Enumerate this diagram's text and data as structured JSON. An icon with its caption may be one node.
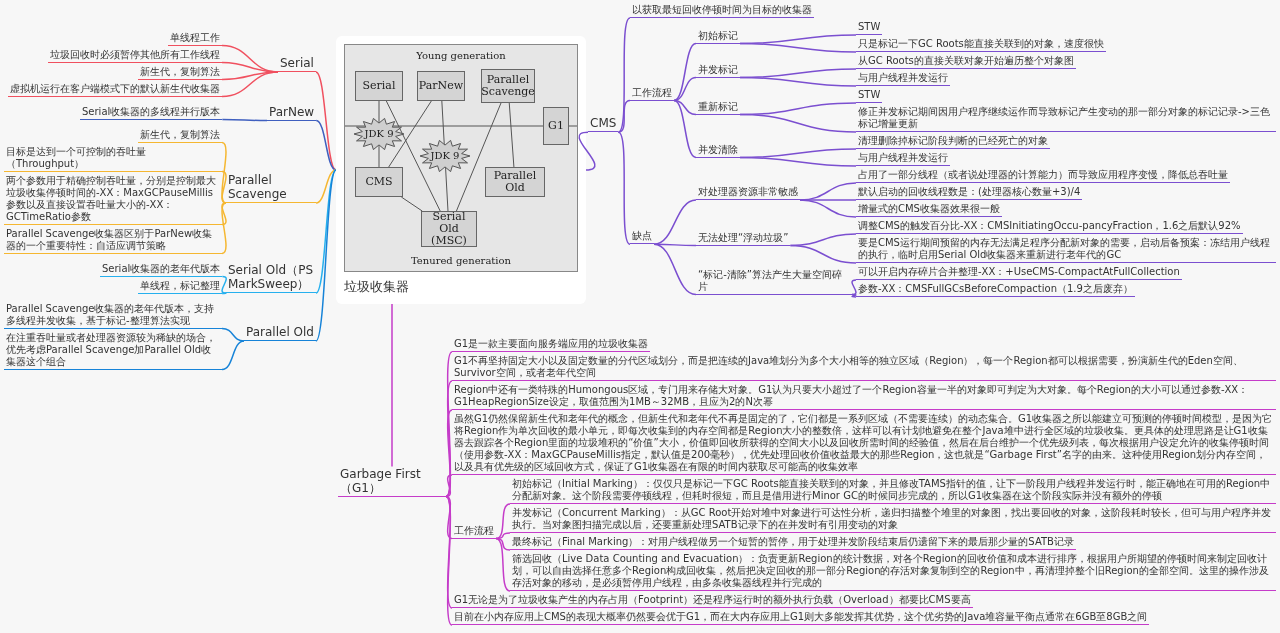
{
  "diagram": {
    "nodes": [
      {
        "text": [
          "垃圾收集器"
        ]
      },
      {
        "text": [
          "Young generation",
          "Tenured generation"
        ],
        "in": 0
      },
      {
        "text": [
          "Serial"
        ],
        "in": 1
      },
      {
        "text": [
          "ParNew"
        ],
        "in": 1
      },
      {
        "text": [
          "Parallel Scavenge"
        ],
        "in": 1
      },
      {
        "text": [
          "G1"
        ],
        "in": 1
      },
      {
        "text": [
          "CMS"
        ],
        "in": 1
      },
      {
        "text": [
          "Parallel Old"
        ],
        "in": 1
      },
      {
        "text": [
          "Serial Old (MSC)"
        ],
        "in": 1
      },
      {
        "text": [
          "Serial"
        ]
      },
      {
        "text": [
          "单线程工作"
        ]
      },
      {
        "text": [
          "垃圾回收时必须暂停其他所有工作线程"
        ]
      },
      {
        "text": [
          "新生代，复制算法"
        ]
      },
      {
        "text": [
          "虚拟机运行在客户端模式下的默认新生代收集器"
        ]
      },
      {
        "text": [
          "ParNew"
        ]
      },
      {
        "text": [
          "Serial收集器的多线程并行版本"
        ]
      },
      {
        "text": [
          "Parallel Scavenge"
        ]
      },
      {
        "text": [
          "新生代，复制算法"
        ]
      },
      {
        "text": [
          "目标是达到一个可控制的吞吐量（Throughput）"
        ]
      },
      {
        "text": [
          "两个参数用于精确控制吞吐量，分别是控制最大垃圾收集停顿时间的-XX：MaxGCPauseMillis参数以及直接设置吞吐量大小的-XX：GCTimeRatio参数"
        ]
      },
      {
        "text": [
          "Parallel Scavenge收集器区别于ParNew收集器的一个重要特性：自适应调节策略"
        ]
      },
      {
        "text": [
          "Serial Old（PS MarkSweep）"
        ]
      },
      {
        "text": [
          "Serial收集器的老年代版本"
        ]
      },
      {
        "text": [
          "单线程，标记整理"
        ]
      },
      {
        "text": [
          "Parallel Old"
        ]
      },
      {
        "text": [
          "Parallel Scavenge收集器的老年代版本，支持多线程并发收集，基于标记-整理算法实现"
        ]
      },
      {
        "text": [
          "在注重吞吐量或者处理器资源较为稀缺的场合，优先考虑Parallel Scavenge加Parallel Old收集器这个组合"
        ]
      },
      {
        "text": [
          "CMS"
        ]
      },
      {
        "text": [
          "以获取最短回收停顿时间为目标的收集器"
        ]
      },
      {
        "text": [
          "工作流程"
        ]
      },
      {
        "text": [
          "初始标记"
        ]
      },
      {
        "text": [
          "STW"
        ]
      },
      {
        "text": [
          "只是标记一下GC Roots能直接关联到的对象，速度很快"
        ]
      },
      {
        "text": [
          "并发标记"
        ]
      },
      {
        "text": [
          "从GC Roots的直接关联对象开始遍历整个对象图"
        ]
      },
      {
        "text": [
          "与用户线程并发运行"
        ]
      },
      {
        "text": [
          "重新标记"
        ]
      },
      {
        "text": [
          "STW"
        ]
      },
      {
        "text": [
          "修正并发标记期间因用户程序继续运作而导致标记产生变动的那一部分对象的标记记录->三色标记增量更新"
        ]
      },
      {
        "text": [
          "并发清除"
        ]
      },
      {
        "text": [
          "清理删除掉标记阶段判断的已经死亡的对象"
        ]
      },
      {
        "text": [
          "与用户线程并发运行"
        ]
      },
      {
        "text": [
          "缺点"
        ]
      },
      {
        "text": [
          "对处理器资源非常敏感"
        ]
      },
      {
        "text": [
          "占用了一部分线程（或者说处理器的计算能力）而导致应用程序变慢，降低总吞吐量"
        ]
      },
      {
        "text": [
          "默认启动的回收线程数是：(处理器核心数量+3)/4"
        ]
      },
      {
        "text": [
          "增量式的CMS收集器效果很一般"
        ]
      },
      {
        "text": [
          "无法处理“浮动垃圾”"
        ]
      },
      {
        "text": [
          "调整CMS的触发百分比-XX：CMSInitiatingOccu-pancyFraction，1.6之后默认92%"
        ]
      },
      {
        "text": [
          "要是CMS运行期间预留的内存无法满足程序分配新对象的需要，启动后备预案：冻结用户线程的执行，临时启用Serial Old收集器来重新进行老年代的GC"
        ]
      },
      {
        "text": [
          "“标记-清除”算法产生大量空间碎片"
        ]
      },
      {
        "text": [
          "可以开启内存碎片合并整理-XX：+UseCMS-CompactAtFullCollection"
        ]
      },
      {
        "text": [
          "参数-XX：CMSFullGCsBeforeCompaction（1.9之后废弃）"
        ]
      },
      {
        "text": [
          "Garbage First（G1）"
        ]
      },
      {
        "text": [
          "G1是一款主要面向服务端应用的垃圾收集器"
        ]
      },
      {
        "text": [
          "G1不再坚持固定大小以及固定数量的分代区域划分，而是把连续的Java堆划分为多个大小相等的独立区域（Region），每一个Region都可以根据需要，扮演新生代的Eden空间、Survivor空间，或者老年代空间"
        ]
      },
      {
        "text": [
          "Region中还有一类特殊的Humongous区域，专门用来存储大对象。G1认为只要大小超过了一个Region容量一半的对象即可判定为大对象。每个Region的大小可以通过参数-XX：G1HeapRegionSize设定，取值范围为1MB～32MB，且应为2的N次幂"
        ]
      },
      {
        "text": [
          "虽然G1仍然保留新生代和老年代的概念，但新生代和老年代不再是固定的了，它们都是一系列区域（不需要连续）的动态集合。G1收集器之所以能建立可预测的停顿时间模型，是因为它将Region作为单次回收的最小单元，即每次收集到的内存空间都是Region大小的整数倍，这样可以有计划地避免在整个Java堆中进行全区域的垃圾收集。更具体的处理思路是让G1收集器去跟踪各个Region里面的垃圾堆积的“价值”大小，价值即回收所获得的空间大小以及回收所需时间的经验值，然后在后台维护一个优先级列表，每次根据用户设定允许的收集停顿时间（使用参数-XX：MaxGCPauseMillis指定，默认值是200毫秒），优先处理回收价值收益最大的那些Region，这也就是“Garbage First”名字的由来。这种使用Region划分内存空间，以及具有优先级的区域回收方式，保证了G1收集器在有限的时间内获取尽可能高的收集效率"
        ]
      },
      {
        "text": [
          "工作流程"
        ]
      },
      {
        "text": [
          "初始标记（Initial Marking）：仅仅只是标记一下GC Roots能直接关联到的对象，并且修改TAMS指针的值，让下一阶段用户线程并发运行时，能正确地在可用的Region中分配新对象。这个阶段需要停顿线程，但耗时很短，而且是借用进行Minor GC的时候同步完成的，所以G1收集器在这个阶段实际并没有额外的停顿"
        ]
      },
      {
        "text": [
          "并发标记（Concurrent Marking）：从GC Root开始对堆中对象进行可达性分析，递归扫描整个堆里的对象图，找出要回收的对象，这阶段耗时较长，但可与用户程序并发执行。当对象图扫描完成以后，还要重新处理SATB记录下的在并发时有引用变动的对象"
        ]
      },
      {
        "text": [
          "最终标记（Final Marking）：对用户线程做另一个短暂的暂停，用于处理并发阶段结束后仍遗留下来的最后那少量的SATB记录"
        ]
      },
      {
        "text": [
          "筛选回收（Live Data Counting and Evacuation）：负责更新Region的统计数据，对各个Region的回收价值和成本进行排序，根据用户所期望的停顿时间来制定回收计划，可以自由选择任意多个Region构成回收集，然后把决定回收的那一部分Region的存活对象复制到空的Region中，再清理掉整个旧Region的全部空间。这里的操作涉及存活对象的移动，是必须暂停用户线程，由多条收集器线程并行完成的"
        ]
      },
      {
        "text": [
          "G1无论是为了垃圾收集产生的内存占用（Footprint）还是程序运行时的额外执行负载（Overload）都要比CMS要高"
        ]
      },
      {
        "text": [
          "目前在小内存应用上CMS的表现大概率仍然要会优于G1，而在大内存应用上G1则大多能发挥其优势，这个优劣势的Java堆容量平衡点通常在6GB至8GB之间"
        ]
      }
    ],
    "edges": [
      {
        "from": 2,
        "to": 6,
        "arrow": "none",
        "label": "JDK 9",
        "color": "#555555"
      },
      {
        "from": 2,
        "to": 8,
        "arrow": "none",
        "color": "#555555"
      },
      {
        "from": 3,
        "to": 6,
        "arrow": "none",
        "color": "#555555"
      },
      {
        "from": 3,
        "to": 8,
        "arrow": "none",
        "label": "JDK 9",
        "color": "#555555"
      },
      {
        "from": 4,
        "to": 8,
        "arrow": "none",
        "color": "#555555"
      },
      {
        "from": 4,
        "to": 7,
        "arrow": "none",
        "color": "#555555"
      },
      {
        "from": 6,
        "to": 8,
        "arrow": "none",
        "color": "#555555"
      },
      {
        "from": 0,
        "to": 9,
        "arrow": "none",
        "color": "#f0505f"
      },
      {
        "from": 9,
        "to": 10,
        "arrow": "none",
        "color": "#f0505f"
      },
      {
        "from": 9,
        "to": 11,
        "arrow": "none",
        "color": "#f0505f"
      },
      {
        "from": 9,
        "to": 12,
        "arrow": "none",
        "color": "#f0505f"
      },
      {
        "from": 9,
        "to": 13,
        "arrow": "none",
        "color": "#f0505f"
      },
      {
        "from": 0,
        "to": 14,
        "arrow": "none",
        "color": "#3f5fbf"
      },
      {
        "from": 14,
        "to": 15,
        "arrow": "none",
        "color": "#3f5fbf"
      },
      {
        "from": 0,
        "to": 16,
        "arrow": "none",
        "color": "#f5b731"
      },
      {
        "from": 16,
        "to": 17,
        "arrow": "none",
        "color": "#f5b731"
      },
      {
        "from": 16,
        "to": 18,
        "arrow": "none",
        "color": "#f5b731"
      },
      {
        "from": 16,
        "to": 19,
        "arrow": "none",
        "color": "#f5b731"
      },
      {
        "from": 16,
        "to": 20,
        "arrow": "none",
        "color": "#f5b731"
      },
      {
        "from": 0,
        "to": 21,
        "arrow": "none",
        "color": "#26b0ee"
      },
      {
        "from": 21,
        "to": 22,
        "arrow": "none",
        "color": "#26b0ee"
      },
      {
        "from": 21,
        "to": 23,
        "arrow": "none",
        "color": "#26b0ee"
      },
      {
        "from": 0,
        "to": 24,
        "arrow": "none",
        "color": "#1683d8"
      },
      {
        "from": 24,
        "to": 25,
        "arrow": "none",
        "color": "#1683d8"
      },
      {
        "from": 24,
        "to": 26,
        "arrow": "none",
        "color": "#1683d8"
      },
      {
        "from": 0,
        "to": 27,
        "arrow": "none"
      },
      {
        "from": 27,
        "to": 28,
        "arrow": "none"
      },
      {
        "from": 27,
        "to": 29,
        "arrow": "none"
      },
      {
        "from": 29,
        "to": 30,
        "arrow": "none"
      },
      {
        "from": 30,
        "to": 31,
        "arrow": "none"
      },
      {
        "from": 30,
        "to": 32,
        "arrow": "none"
      },
      {
        "from": 29,
        "to": 33,
        "arrow": "none"
      },
      {
        "from": 33,
        "to": 34,
        "arrow": "none"
      },
      {
        "from": 33,
        "to": 35,
        "arrow": "none"
      },
      {
        "from": 29,
        "to": 36,
        "arrow": "none"
      },
      {
        "from": 36,
        "to": 37,
        "arrow": "none"
      },
      {
        "from": 36,
        "to": 38,
        "arrow": "none"
      },
      {
        "from": 29,
        "to": 39,
        "arrow": "none"
      },
      {
        "from": 39,
        "to": 40,
        "arrow": "none"
      },
      {
        "from": 39,
        "to": 41,
        "arrow": "none"
      },
      {
        "from": 27,
        "to": 42,
        "arrow": "none"
      },
      {
        "from": 42,
        "to": 43,
        "arrow": "none"
      },
      {
        "from": 43,
        "to": 44,
        "arrow": "none"
      },
      {
        "from": 43,
        "to": 45,
        "arrow": "none"
      },
      {
        "from": 43,
        "to": 46,
        "arrow": "none"
      },
      {
        "from": 42,
        "to": 47,
        "arrow": "none"
      },
      {
        "from": 47,
        "to": 48,
        "arrow": "none"
      },
      {
        "from": 47,
        "to": 49,
        "arrow": "none"
      },
      {
        "from": 42,
        "to": 50,
        "arrow": "none"
      },
      {
        "from": 50,
        "to": 51,
        "arrow": "none"
      },
      {
        "from": 50,
        "to": 52,
        "arrow": "none"
      },
      {
        "from": 0,
        "to": 53,
        "arrow": "none",
        "color": "#c53cc9"
      },
      {
        "from": 53,
        "to": 54,
        "arrow": "none",
        "color": "#c53cc9"
      },
      {
        "from": 53,
        "to": 55,
        "arrow": "none",
        "color": "#c53cc9"
      },
      {
        "from": 53,
        "to": 56,
        "arrow": "none",
        "color": "#c53cc9"
      },
      {
        "from": 53,
        "to": 57,
        "arrow": "none",
        "color": "#c53cc9"
      },
      {
        "from": 53,
        "to": 58,
        "arrow": "none",
        "color": "#c53cc9"
      },
      {
        "from": 58,
        "to": 59,
        "arrow": "none",
        "color": "#c53cc9"
      },
      {
        "from": 58,
        "to": 60,
        "arrow": "none",
        "color": "#c53cc9"
      },
      {
        "from": 58,
        "to": 61,
        "arrow": "none",
        "color": "#c53cc9"
      },
      {
        "from": 58,
        "to": 62,
        "arrow": "none",
        "color": "#c53cc9"
      },
      {
        "from": 53,
        "to": 63,
        "arrow": "none",
        "color": "#c53cc9"
      },
      {
        "from": 53,
        "to": 64,
        "arrow": "none",
        "color": "#c53cc9"
      }
    ]
  }
}
